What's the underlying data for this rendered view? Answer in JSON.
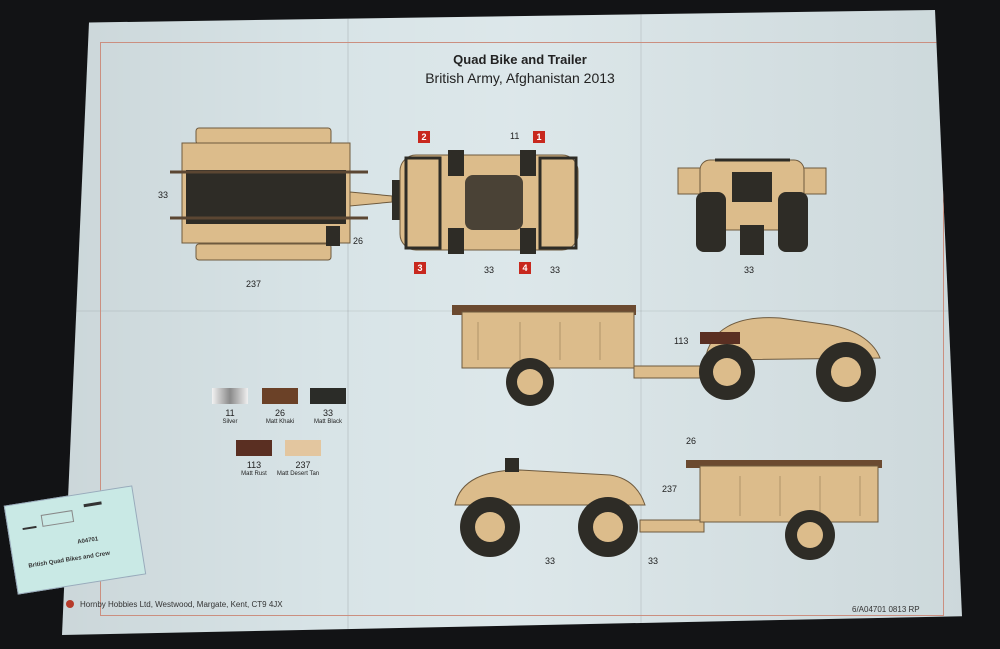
{
  "sheet": {
    "title": "Quad Bike and Trailer",
    "subtitle": "British Army, Afghanistan 2013",
    "footer_left": "Hornby Hobbies Ltd, Westwood, Margate, Kent, CT9 4JX",
    "footer_right": "6/A04701 0813 RP"
  },
  "callouts": {
    "c11_top": "11",
    "c33_trailer_left": "33",
    "c26_hitch": "26",
    "c237_bottom": "237",
    "c33_top_mid": "33",
    "c33_top_right": "33",
    "c33_front": "33",
    "c113": "113",
    "c26_lower": "26",
    "c237_lower": "237",
    "c33_lower_a": "33",
    "c33_lower_b": "33"
  },
  "badges": [
    "1",
    "2",
    "3",
    "4"
  ],
  "paints": [
    {
      "number": "11",
      "name": "Silver",
      "color": "#c9c9c9"
    },
    {
      "number": "26",
      "name": "Matt Khaki",
      "color": "#6b4127"
    },
    {
      "number": "33",
      "name": "Matt Black",
      "color": "#2b2c28"
    },
    {
      "number": "113",
      "name": "Matt Rust",
      "color": "#5a2f22"
    },
    {
      "number": "237",
      "name": "Matt Desert Tan",
      "color": "#e3c69f"
    }
  ],
  "decal": {
    "code": "A04701",
    "name": "British Quad Bikes and Crew"
  },
  "colors": {
    "tan": "#dcbc8b",
    "dark": "#2e2c26",
    "khaki": "#5b4632",
    "paper": "#d8e4e7",
    "accent_red": "#c8281e"
  }
}
